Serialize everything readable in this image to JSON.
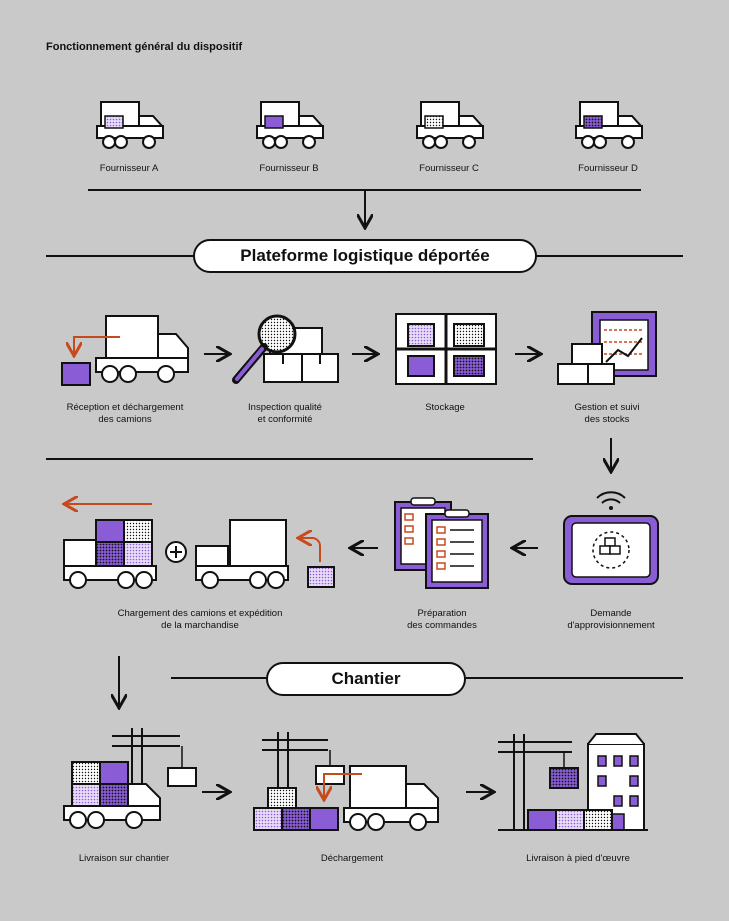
{
  "title": "Fonctionnement général du dispositif",
  "suppliers": [
    "Fournisseur A",
    "Fournisseur B",
    "Fournisseur C",
    "Fournisseur D"
  ],
  "platform_title": "Plateforme logistique déportée",
  "platform_steps": [
    "Réception et déchargement\ndes camions",
    "Inspection qualité\net conformité",
    "Stockage",
    "Gestion et suivi\ndes stocks"
  ],
  "order_steps": [
    "Chargement des camions et expédition\nde la marchandise",
    "Préparation\ndes commandes",
    "Demande\nd'approvisionnement"
  ],
  "site_title": "Chantier",
  "site_steps": [
    "Livraison sur chantier",
    "Déchargement",
    "Livraison à pied d'œuvre"
  ],
  "colors": {
    "background": "#c9c9c9",
    "purple": "#8a5cd6",
    "purple_light": "#e8dcf7",
    "arrow_red": "#c64a1e",
    "line": "#111111",
    "white": "#ffffff"
  }
}
